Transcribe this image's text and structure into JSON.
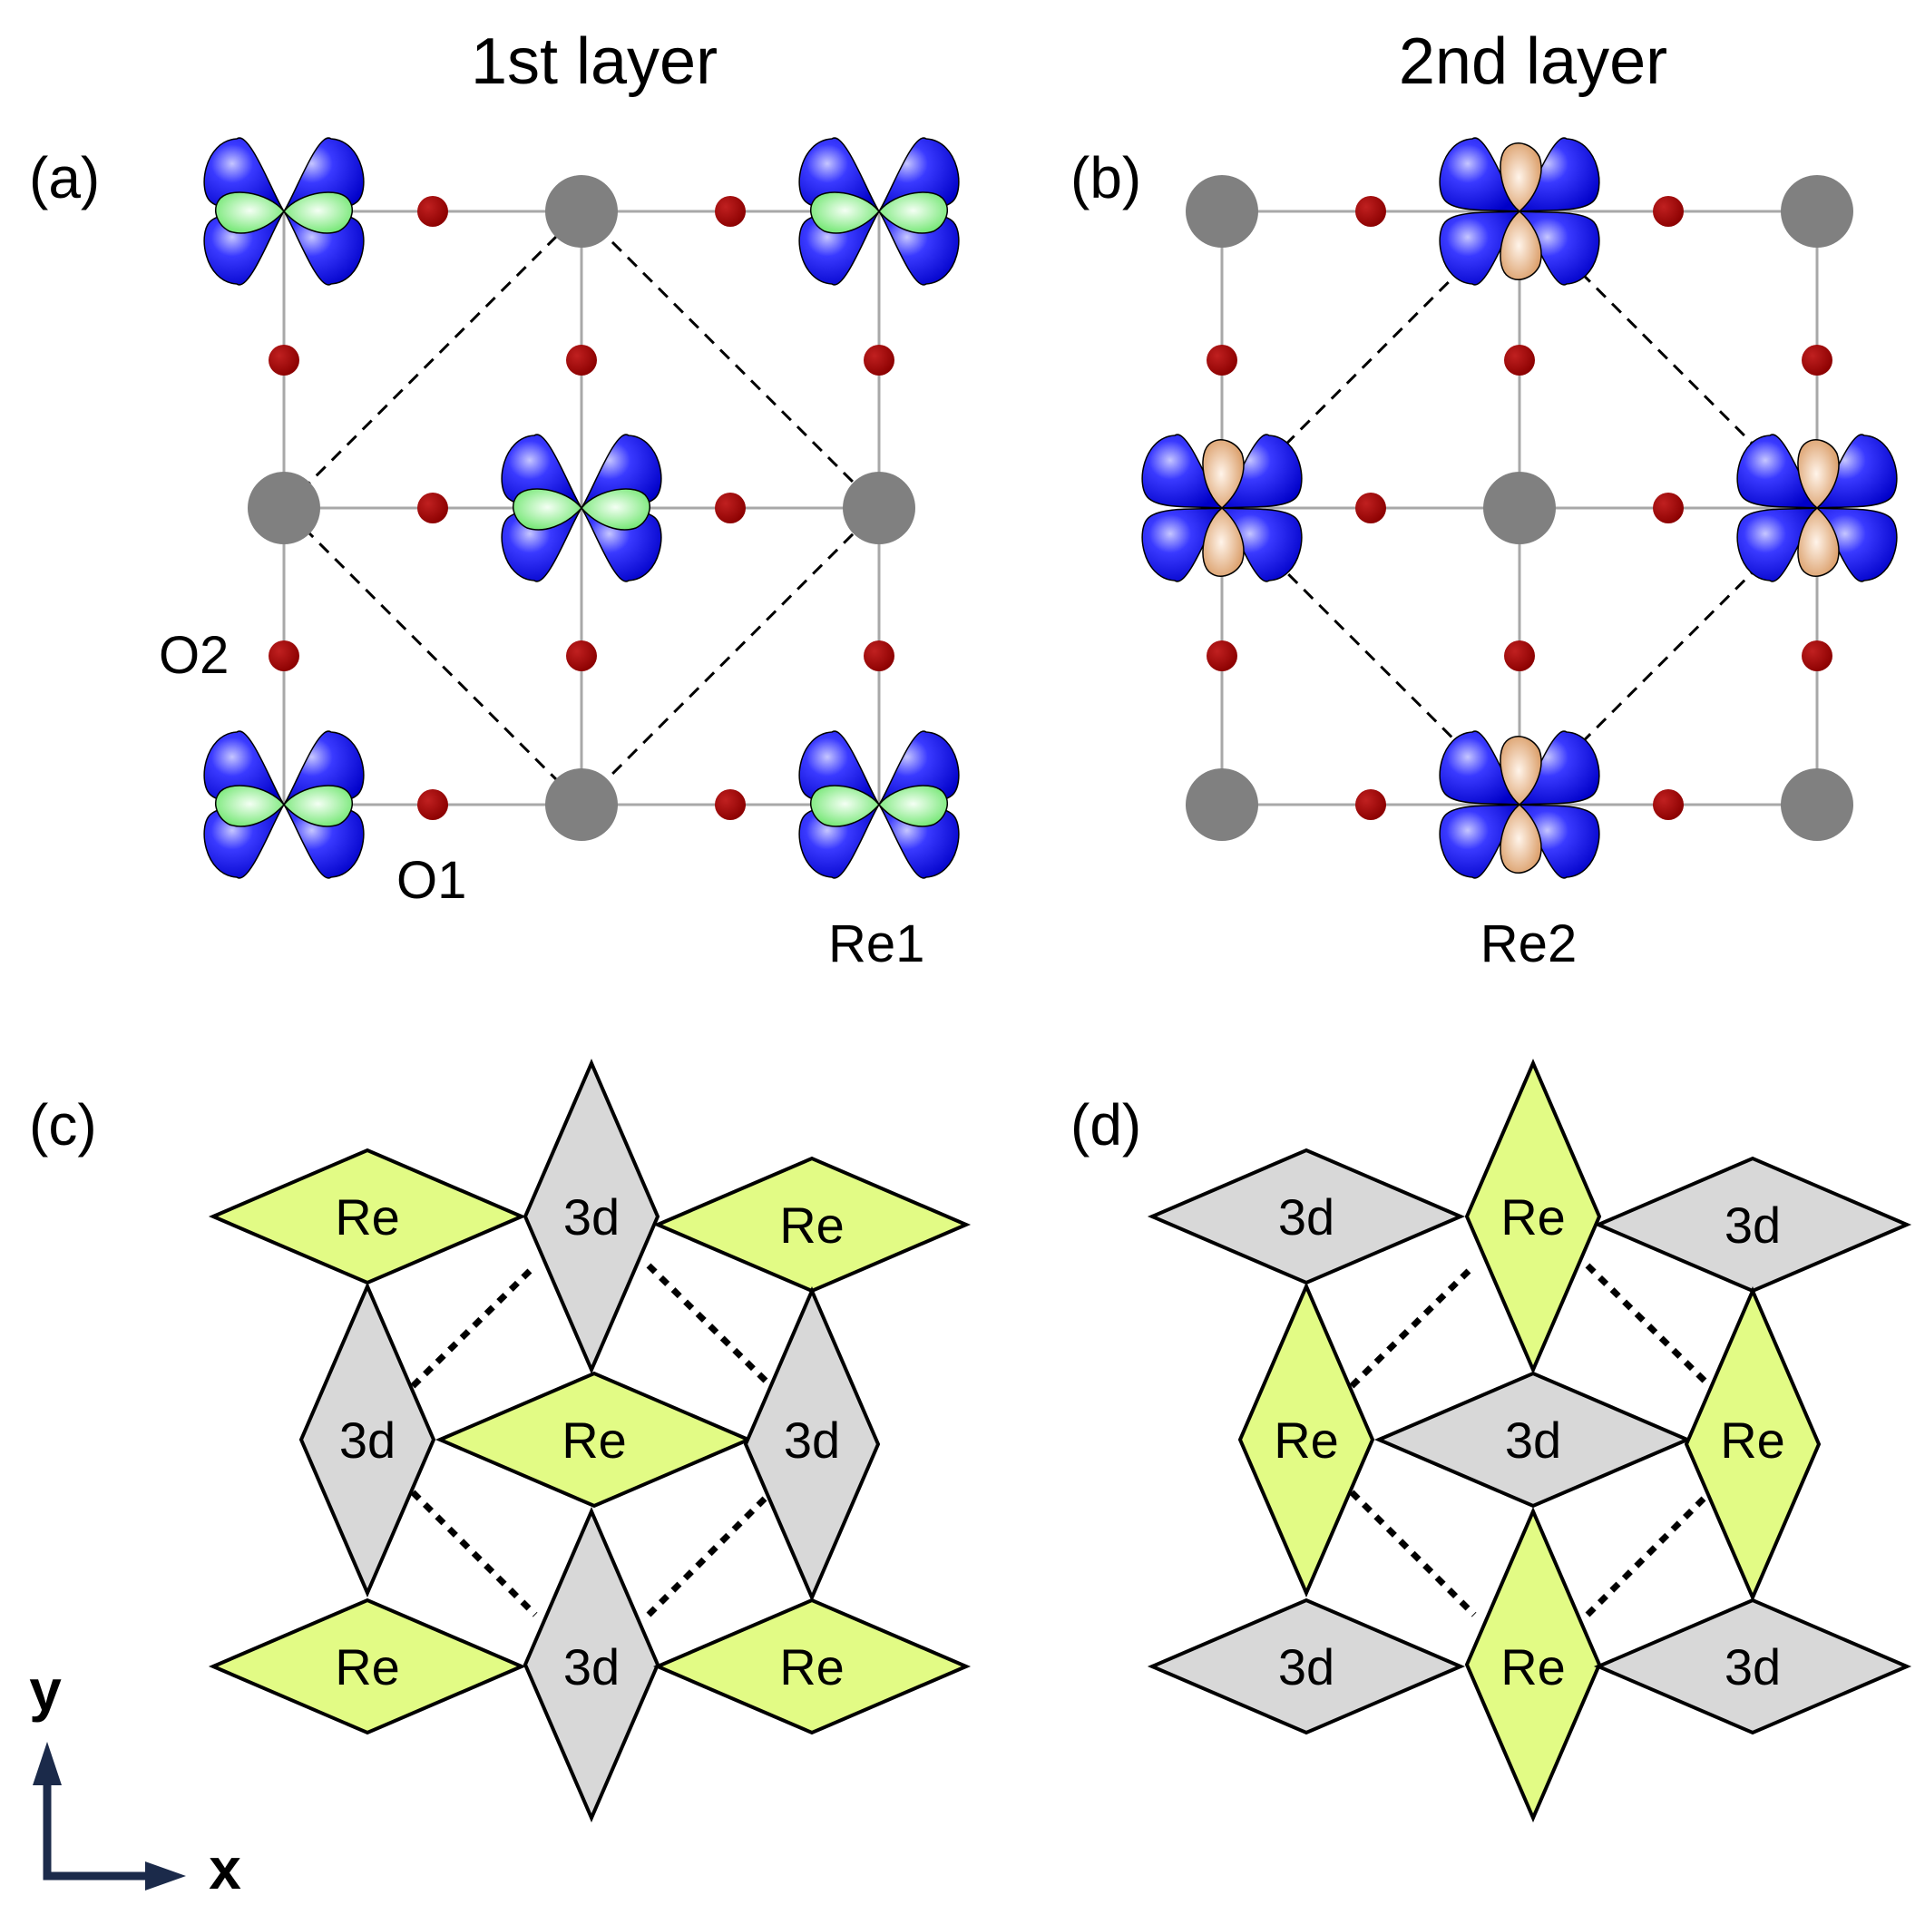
{
  "titles": {
    "layer1": "1st layer",
    "layer2": "2nd layer"
  },
  "panels": {
    "a": "(a)",
    "b": "(b)",
    "c": "(c)",
    "d": "(d)"
  },
  "atoms": {
    "o2": "O2",
    "o1": "O1",
    "re1": "Re1",
    "re2": "Re2"
  },
  "axes": {
    "x": "x",
    "y": "y"
  },
  "polyhedra_c": [
    "Re",
    "3d",
    "Re",
    "3d",
    "Re",
    "3d",
    "Re",
    "3d",
    "Re"
  ],
  "polyhedra_d": [
    "3d",
    "Re",
    "3d",
    "Re",
    "3d",
    "Re",
    "3d",
    "Re",
    "3d"
  ],
  "colors": {
    "bond": "#a8a8a8",
    "metal_site": "#808080",
    "oxygen": "#9a0000",
    "orbital_lobe": "#1010e0",
    "dz2_green": "#8ef08e",
    "dz2_orange": "#eab483",
    "re_octahedron": "#e2fb85",
    "d3_octahedron": "#d8d8d8",
    "axis_arrow": "#1b2a4a"
  }
}
